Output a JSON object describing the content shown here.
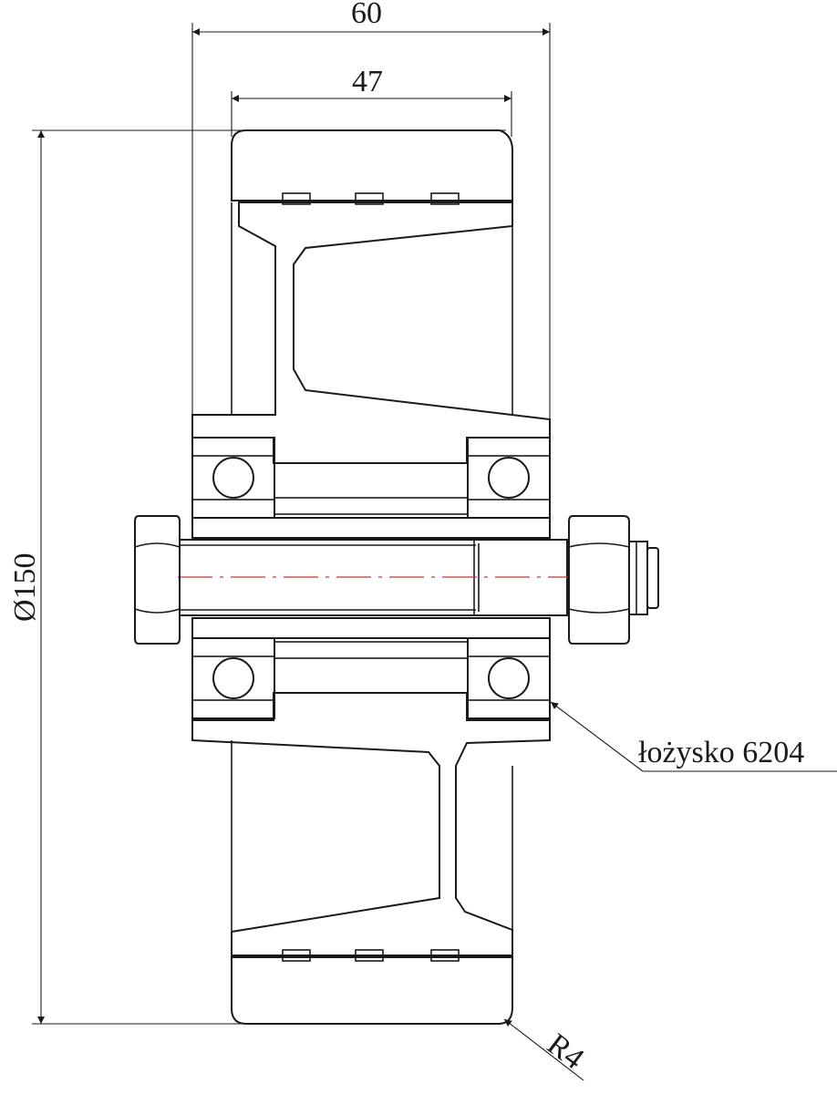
{
  "drawing": {
    "dim_overall_width": "60",
    "dim_tread_width": "47",
    "dim_diameter": "Ø150",
    "bearing_label": "łożysko 6204",
    "radius_label": "R4"
  },
  "colors": {
    "line": "#1a1a1a",
    "bearing_race": "#c8c8c8",
    "axis_centerline": "#c0392b"
  }
}
